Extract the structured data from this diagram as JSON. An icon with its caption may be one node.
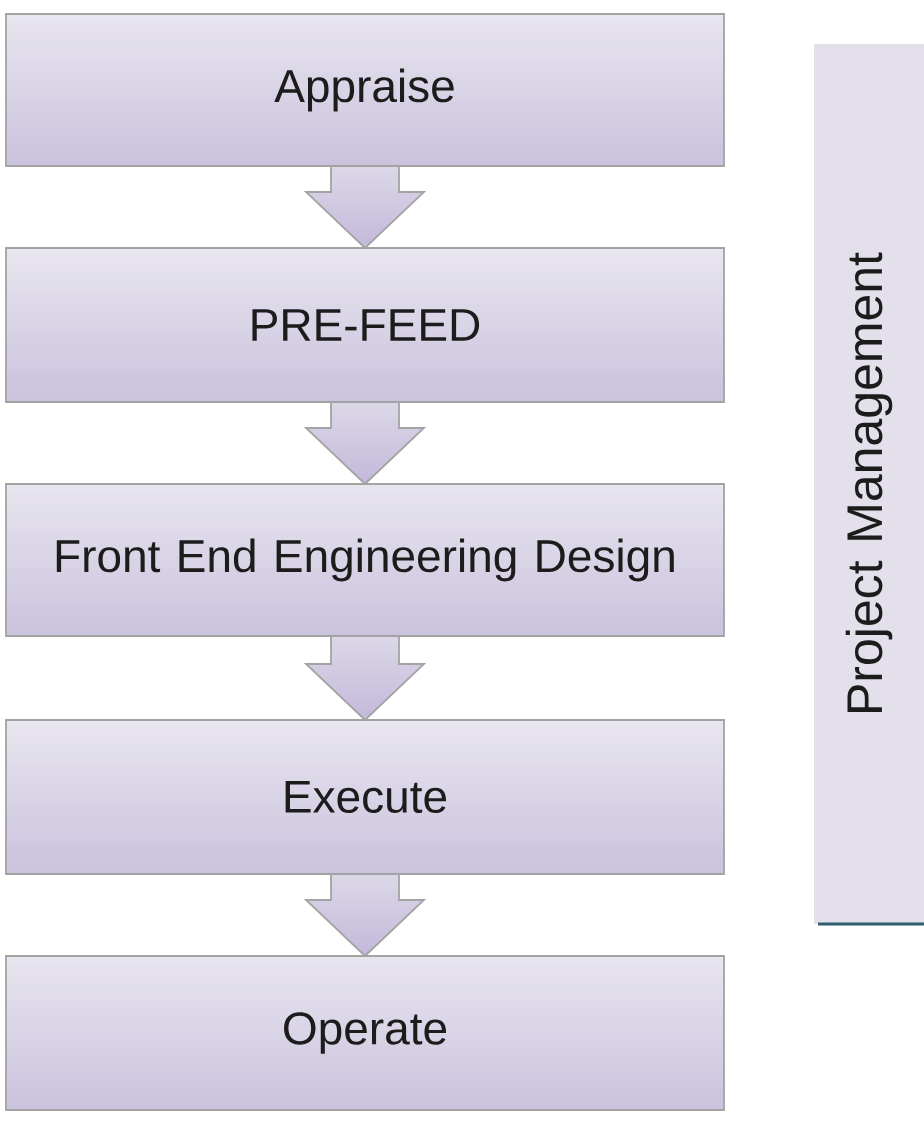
{
  "diagram": {
    "nodes": [
      {
        "text": [
          "Appraise"
        ]
      },
      {
        "text": [
          "PRE-FEED"
        ]
      },
      {
        "text": [
          "Front End Engineering Design"
        ]
      },
      {
        "text": [
          "Execute"
        ]
      },
      {
        "text": [
          "Operate"
        ]
      },
      {
        "text": [
          "Project Management"
        ]
      }
    ],
    "edges": [
      {
        "from": 0,
        "to": 1,
        "arrow": "to"
      },
      {
        "from": 1,
        "to": 2,
        "arrow": "to"
      },
      {
        "from": 2,
        "to": 3,
        "arrow": "to"
      },
      {
        "from": 3,
        "to": 4,
        "arrow": "to"
      }
    ]
  }
}
